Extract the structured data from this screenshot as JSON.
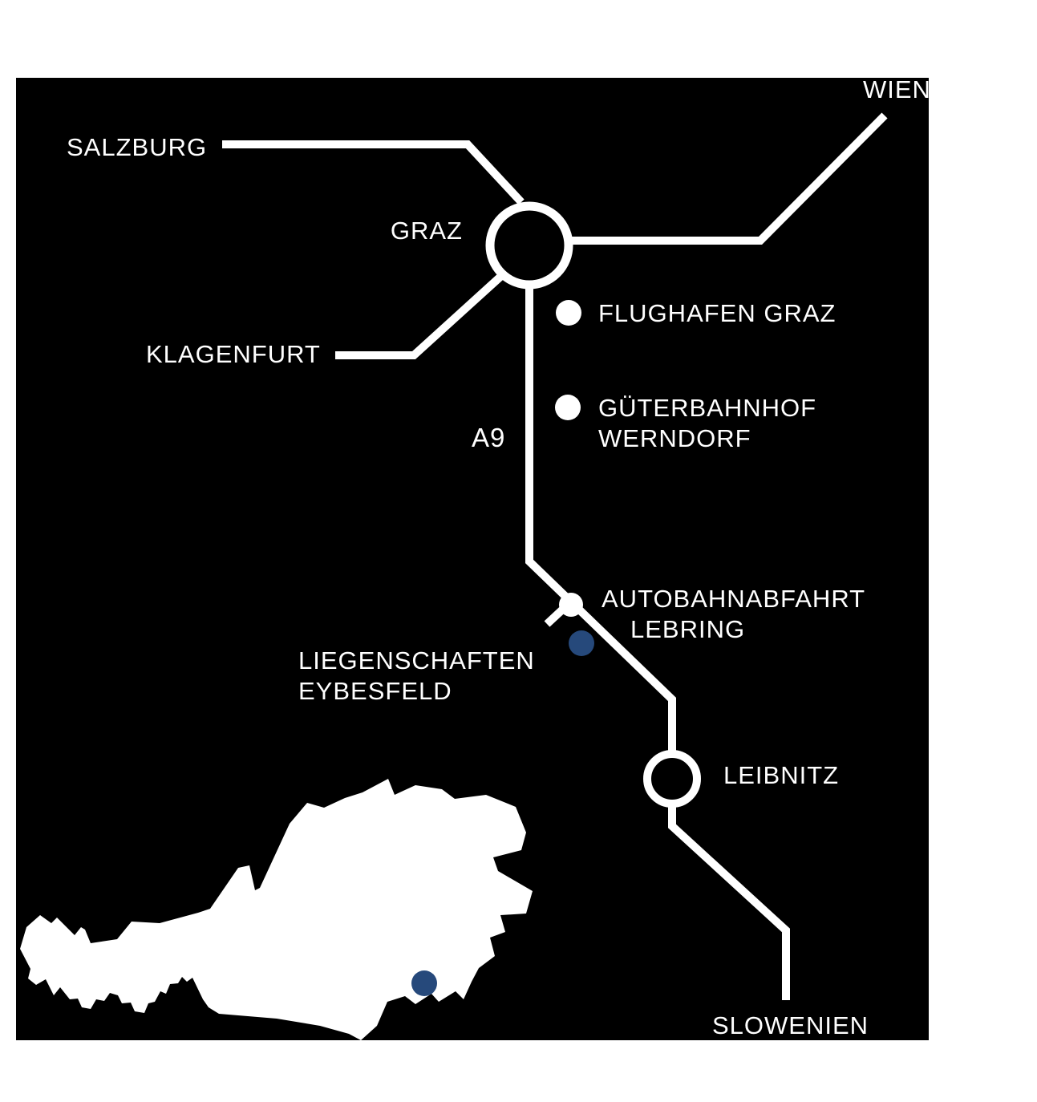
{
  "map": {
    "colors": {
      "background": "#000000",
      "page": "#ffffff",
      "roads": "#ffffff",
      "labels": "#ffffff",
      "accent_text": "#1e3f73",
      "accent_dot": "#26497b"
    },
    "labels": {
      "salzburg": "SALZBURG",
      "wien": "WIEN",
      "graz": "GRAZ",
      "klagenfurt": "KLAGENFURT",
      "flughafen_graz": "FLUGHAFEN GRAZ",
      "gueterbahnhof_line1": "GÜTERBAHNHOF",
      "gueterbahnhof_line2": "WERNDORF",
      "a9": "A9",
      "autobahnabfahrt_line1": "AUTOBAHNABFAHRT",
      "autobahnabfahrt_line2": "LEBRING",
      "liegenschaften_line1": "LIEGENSCHAFTEN",
      "liegenschaften_line2": "EYBESFELD",
      "leibnitz": "LEIBNITZ",
      "slowenien": "SLOWENIEN"
    },
    "markers": {
      "flughafen_graz": "white-dot",
      "gueterbahnhof_werndorf": "white-dot",
      "autobahnabfahrt_lebring": "white-dot",
      "liegenschaften_eybesfeld": "blue-dot",
      "austria_location": "blue-dot"
    }
  }
}
